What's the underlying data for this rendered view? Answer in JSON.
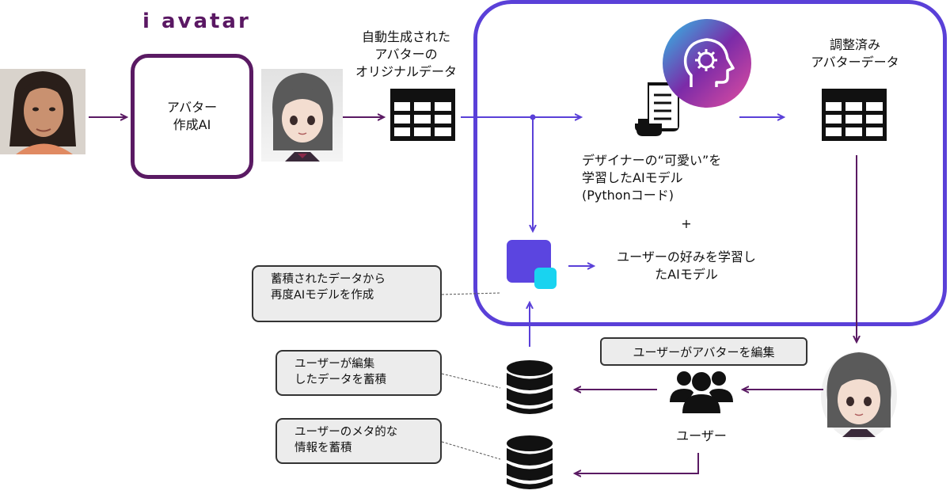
{
  "brand": "i avatar",
  "ai_box": {
    "line1": "アバター",
    "line2": "作成AI"
  },
  "original_data": {
    "line1": "自動生成された",
    "line2": "アバターの",
    "line3": "オリジナルデータ"
  },
  "adjusted_data": {
    "line1": "調整済み",
    "line2": "アバターデータ"
  },
  "designer_model": {
    "line1": "デザイナーの“可愛い”を",
    "line2": "学習したAIモデル",
    "line3": "(Pythonコード)"
  },
  "plus": "+",
  "user_pref_model": {
    "line1": "ユーザーの好みを学習し",
    "line2": "たAIモデル"
  },
  "notes": {
    "accumulated": {
      "line1": "蓄積されたデータから",
      "line2": "再度AIモデルを作成"
    },
    "edit_data": {
      "line1": "ユーザーが編集",
      "line2": "したデータを蓄積"
    },
    "meta_data": {
      "line1": "ユーザーのメタ的な",
      "line2": "情報を蓄積"
    }
  },
  "user_edit_label": "ユーザーがアバターを編集",
  "user_label": "ユーザー",
  "colors": {
    "arrow": "#5a1a63",
    "flow": "#5a40d8",
    "ai_box_border": "#5a1a63",
    "brain_gradient": [
      "#2ec0e8",
      "#7b2ba8",
      "#e34fa0"
    ]
  }
}
